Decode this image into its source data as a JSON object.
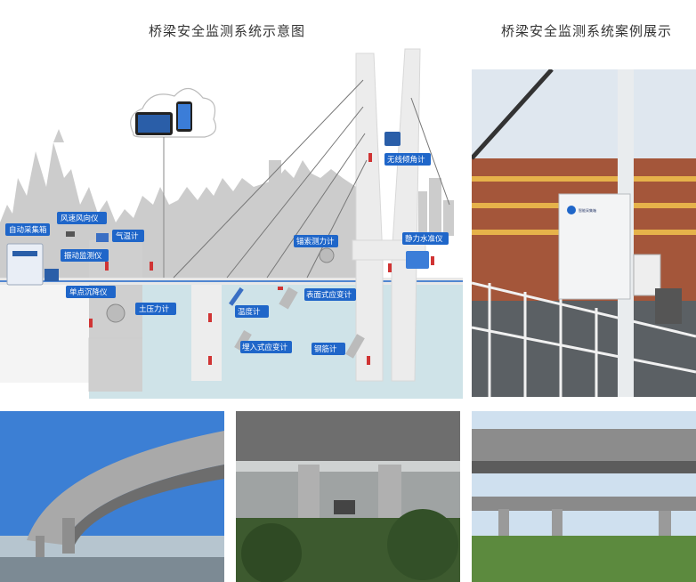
{
  "headings": {
    "diagram_title": "桥梁安全监测系统示意图",
    "case_title": "桥梁安全监测系统案例展示"
  },
  "sensors": [
    {
      "id": "auto_box",
      "label": "自动采集箱"
    },
    {
      "id": "wind",
      "label": "风速风向仪"
    },
    {
      "id": "temp",
      "label": "气温计"
    },
    {
      "id": "vib",
      "label": "振动监测仪"
    },
    {
      "id": "settle",
      "label": "单点沉降仪"
    },
    {
      "id": "soil",
      "label": "土压力计"
    },
    {
      "id": "tilt",
      "label": "无线倾角计"
    },
    {
      "id": "anchor",
      "label": "锚索测力计"
    },
    {
      "id": "level",
      "label": "静力水准仪"
    },
    {
      "id": "surface",
      "label": "表面式应变计"
    },
    {
      "id": "thermo",
      "label": "温度计"
    },
    {
      "id": "embed",
      "label": "埋入式应变计"
    },
    {
      "id": "rebar",
      "label": "钢筋计"
    }
  ],
  "colors": {
    "label_bg": "#1f66c9",
    "sky": "#ffffff",
    "water": "#cfe3e8",
    "skyline": "#c9c9c9",
    "deck_line": "#1f66c9"
  }
}
